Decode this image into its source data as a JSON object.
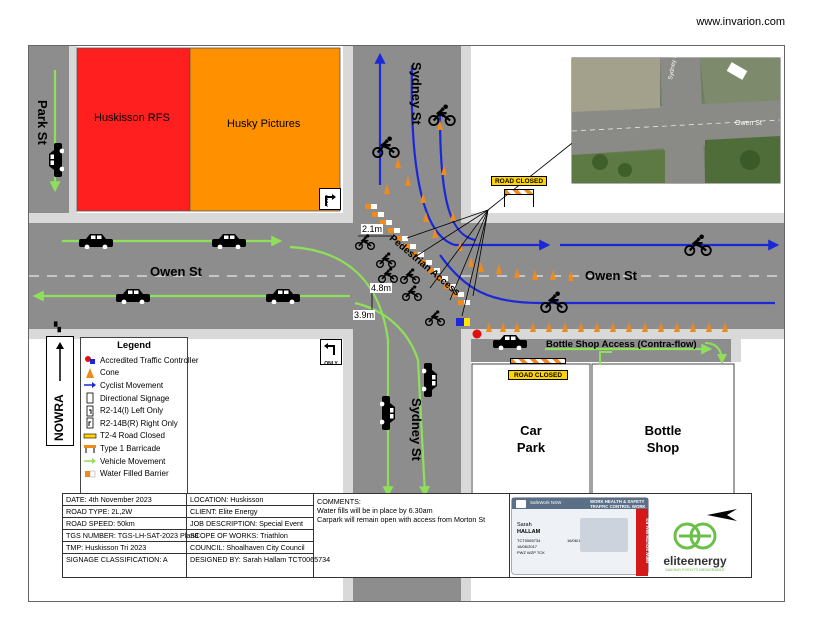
{
  "watermark": "www.invarion.com",
  "streets": {
    "park": "Park St",
    "sydney_north": "Sydney St",
    "sydney_south": "Sydney St",
    "owen_west": "Owen St",
    "owen_east": "Owen St"
  },
  "buildings": {
    "rfs": "Huskisson RFS",
    "husky": "Husky Pictures",
    "car_park": [
      "Car",
      "Park"
    ],
    "bottle_shop": [
      "Bottle",
      "Shop"
    ]
  },
  "signs": {
    "road_closed_top": "ROAD CLOSED",
    "road_closed_bottom": "ROAD CLOSED",
    "only": "ONLY",
    "nowra": "NOWRA"
  },
  "labels": {
    "pedestrian_access": "Pedestrian Access",
    "bottle_shop_access": "Bottle Shop Access (Contra-flow)",
    "dim_1": "2.1m",
    "dim_2": "4.8m",
    "dim_3": "3.9m"
  },
  "legend": {
    "title": "Legend",
    "items": [
      {
        "icon": "traffic-controller-icon",
        "label": "Accredited Traffic Controller"
      },
      {
        "icon": "cone-icon",
        "label": "Cone"
      },
      {
        "icon": "cyclist-arrow-icon",
        "label": "Cyclist Movement"
      },
      {
        "icon": "directional-sign-icon",
        "label": "Directional Signage"
      },
      {
        "icon": "left-only-sign-icon",
        "label": "R2-14(l) Left Only"
      },
      {
        "icon": "right-only-sign-icon",
        "label": "R2-14B(R) Right Only"
      },
      {
        "icon": "road-closed-sign-icon",
        "label": "T2-4 Road Closed"
      },
      {
        "icon": "barricade-icon",
        "label": "Type 1 Barricade"
      },
      {
        "icon": "vehicle-arrow-icon",
        "label": "Vehicle Movement"
      },
      {
        "icon": "water-barrier-icon",
        "label": "Water Filled Barrier"
      }
    ]
  },
  "info": {
    "col1": [
      "DATE: 4th November 2023",
      "ROAD TYPE: 2L,2W",
      "ROAD SPEED: 50km",
      "TGS NUMBER: TGS-LH-SAT-2023 Plan8",
      "TMP: Huskisson Tri 2023",
      "SIGNAGE CLASSIFICATION: A"
    ],
    "col2": [
      "LOCATION: Huskisson",
      "CLIENT: Elite Energy",
      "JOB DESCRIPTION: Special Event",
      "SCOPE OF WORKS: Triathlon",
      "COUNCIL: Shoalhaven City Council",
      "DESIGNED BY: Sarah Hallam TCT0065734"
    ],
    "comments_title": "COMMENTS:",
    "comments": [
      "Water fills will be in place by 6.30am",
      "Carpark will remain open with access from Morton St"
    ]
  },
  "card": {
    "org": "SafeWork NSW",
    "title1": "WORK HEALTH & SAFETY",
    "title2": "TRAFFIC CONTROL WORK",
    "name1": "Sarah",
    "name2": "HALLAM",
    "card_no": "TCT0065734",
    "dob": "16/06/1987",
    "issue": "16/06/2017",
    "type": "PWZ  WZP  TCK",
    "state": "NEW SOUTH WALES"
  },
  "logo": {
    "brand": "eliteenergy",
    "tagline": "MAKING EVENTS MEMORABLE"
  },
  "colors": {
    "road": "#8d8d8d",
    "footpath": "#d9d9d9",
    "rfs": "#ff1f1f",
    "husky": "#ff9100",
    "cyclist": "#1a28d8",
    "vehicle": "#8ee05a",
    "cone": "#f08a1a"
  }
}
